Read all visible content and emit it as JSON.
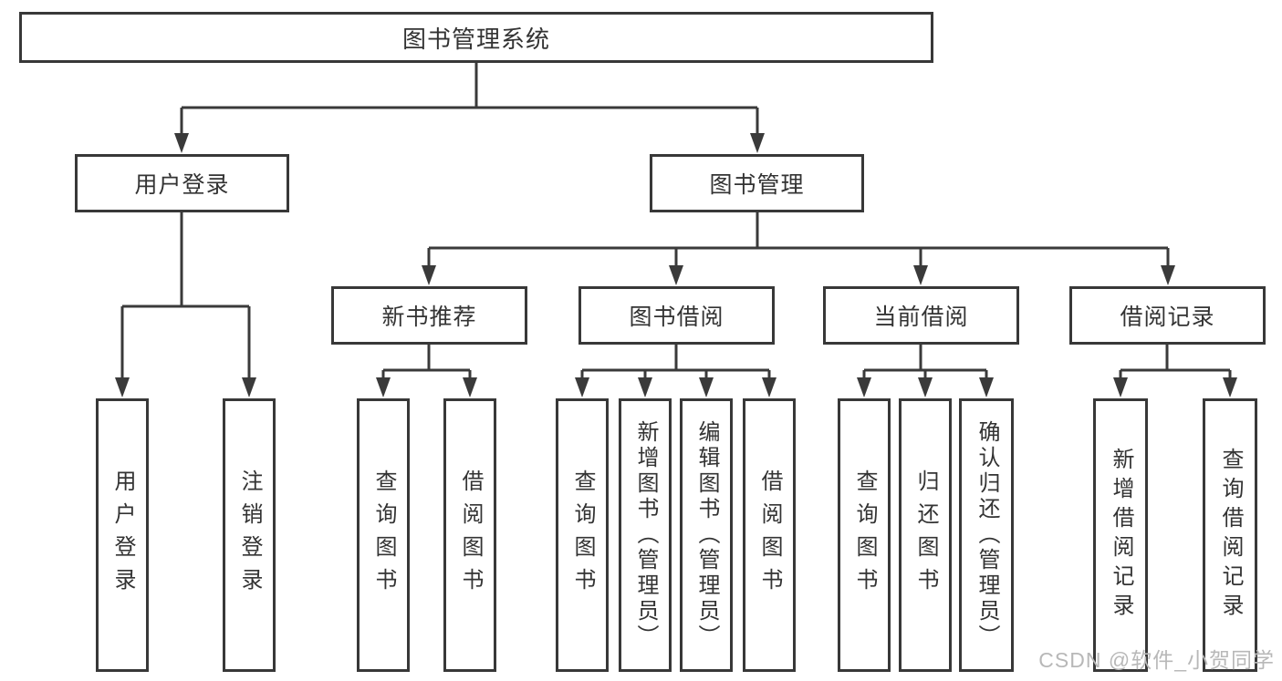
{
  "diagram": {
    "root": {
      "label": "图书管理系统"
    },
    "level2": {
      "user_login": {
        "label": "用户登录"
      },
      "book_mgmt": {
        "label": "图书管理"
      }
    },
    "level3": {
      "new_book_rec": {
        "label": "新书推荐"
      },
      "book_borrow": {
        "label": "图书借阅"
      },
      "current_borrow": {
        "label": "当前借阅"
      },
      "borrow_record": {
        "label": "借阅记录"
      }
    },
    "leaves": {
      "user_login_leaf": {
        "label": "用户登录"
      },
      "logout": {
        "label": "注销登录"
      },
      "query_book_1": {
        "label": "查询图书"
      },
      "borrow_book_1": {
        "label": "借阅图书"
      },
      "query_book_2": {
        "label": "查询图书"
      },
      "add_book_admin": {
        "label": "新增图书（管理员）"
      },
      "edit_book_admin": {
        "label": "编辑图书（管理员）"
      },
      "borrow_book_2": {
        "label": "借阅图书"
      },
      "query_book_3": {
        "label": "查询图书"
      },
      "return_book": {
        "label": "归还图书"
      },
      "confirm_return_admin": {
        "label": "确认归还（管理员）"
      },
      "add_borrow_record": {
        "label": "新增借阅记录"
      },
      "query_borrow_record": {
        "label": "查询借阅记录"
      }
    }
  },
  "watermark": {
    "text": "CSDN @软件_小贺同学"
  },
  "colors": {
    "line": "#3a3a3a",
    "box_border": "#383838",
    "text": "#333333",
    "watermark": "#b8b8b8",
    "background": "#ffffff"
  }
}
